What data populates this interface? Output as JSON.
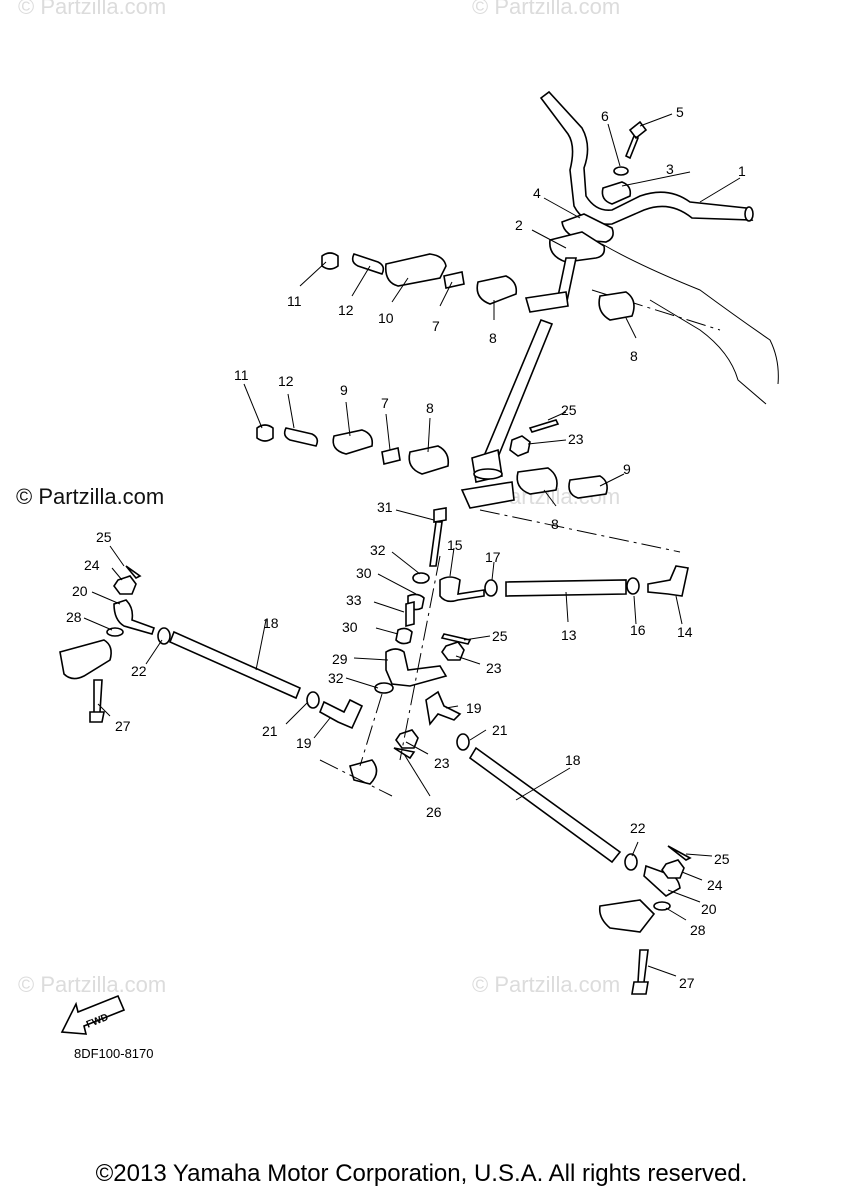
{
  "watermarks": {
    "top_left": "© Partzilla.com",
    "top_right": "© Partzilla.com",
    "mid_left": "© Partzilla.com",
    "mid_right": "© Partzilla.com",
    "bottom_left": "© Partzilla.com",
    "bottom_right": "© Partzilla.com"
  },
  "diagram_code": "8DF100-8170",
  "fwd_label": "FWD",
  "copyright": "©2013 Yamaha Motor Corporation, U.S.A. All rights reserved.",
  "callouts": {
    "c1": "1",
    "c2": "2",
    "c3": "3",
    "c4": "4",
    "c5": "5",
    "c6": "6",
    "c7a": "7",
    "c7b": "7",
    "c8a": "8",
    "c8b": "8",
    "c8c": "8",
    "c8d": "8",
    "c9a": "9",
    "c9b": "9",
    "c10": "10",
    "c11a": "11",
    "c11b": "11",
    "c12a": "12",
    "c12b": "12",
    "c13": "13",
    "c14": "14",
    "c15": "15",
    "c16": "16",
    "c17": "17",
    "c18a": "18",
    "c18b": "18",
    "c19a": "19",
    "c19b": "19",
    "c20a": "20",
    "c20b": "20",
    "c21a": "21",
    "c21b": "21",
    "c22a": "22",
    "c22b": "22",
    "c23a": "23",
    "c23b": "23",
    "c23c": "23",
    "c24a": "24",
    "c24b": "24",
    "c25a": "25",
    "c25b": "25",
    "c25c": "25",
    "c25d": "25",
    "c26": "26",
    "c27a": "27",
    "c27b": "27",
    "c28a": "28",
    "c28b": "28",
    "c29": "29",
    "c30a": "30",
    "c30b": "30",
    "c31": "31",
    "c32a": "32",
    "c32b": "32",
    "c33": "33"
  }
}
